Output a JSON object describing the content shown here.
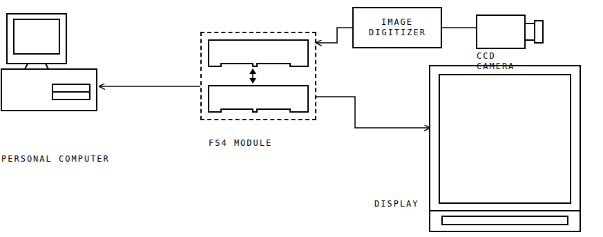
{
  "diagram": {
    "nodes": [
      {
        "text": [
          "PERSONAL COMPUTER"
        ]
      },
      {
        "text": [
          "FS4 MODULE"
        ]
      },
      {
        "text": [
          "IMAGE DIGITIZER"
        ]
      },
      {
        "text": [
          "CCD CAMERA"
        ]
      },
      {
        "text": [
          "DISPLAY"
        ]
      }
    ],
    "edges": [
      {
        "from": 1,
        "to": 0,
        "arrow": "to"
      },
      {
        "from": 2,
        "to": 1,
        "arrow": "to"
      },
      {
        "from": 3,
        "to": 2,
        "arrow": "none"
      },
      {
        "from": 1,
        "to": 4,
        "arrow": "to"
      }
    ]
  }
}
